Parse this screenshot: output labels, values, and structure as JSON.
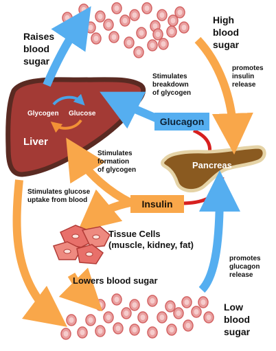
{
  "labels": {
    "raises_blood_sugar": "Raises\nblood\nsugar",
    "high_blood_sugar": "High\nblood\nsugar",
    "promotes_insulin_release": "promotes\ninsulin\nrelease",
    "stimulates_breakdown": "Stimulates\nbreakdown\nof glycogen",
    "glucagon": "Glucagon",
    "glycogen": "Glycogen",
    "glucose": "Glucose",
    "liver": "Liver",
    "pancreas": "Pancreas",
    "stimulates_formation": "Stimulates\nformation\nof glycogen",
    "stimulates_uptake": "Stimulates glucose\nuptake from blood",
    "insulin": "Insulin",
    "tissue_cells": "Tissue Cells\n(muscle, kidney, fat)",
    "promotes_glucagon_release": "promotes\nglucagon\nrelease",
    "lowers_blood_sugar": "Lowers blood sugar",
    "low_blood_sugar": "Low\nblood\nsugar"
  },
  "colors": {
    "blue_arrow": "#55aef0",
    "orange_arrow": "#f9a74a",
    "red_link": "#d7201f",
    "liver_fill": "#a33a35",
    "liver_outline": "#5a2a22",
    "pancreas_fill": "#8a5a20",
    "pancreas_outline": "#e5d3a6",
    "glucagon_box": "#55aef0",
    "insulin_box": "#f9a74a",
    "blood_cell": "#e9a0a0",
    "blood_cell_outline": "#d36262",
    "tissue_cell": "#e8706a"
  }
}
